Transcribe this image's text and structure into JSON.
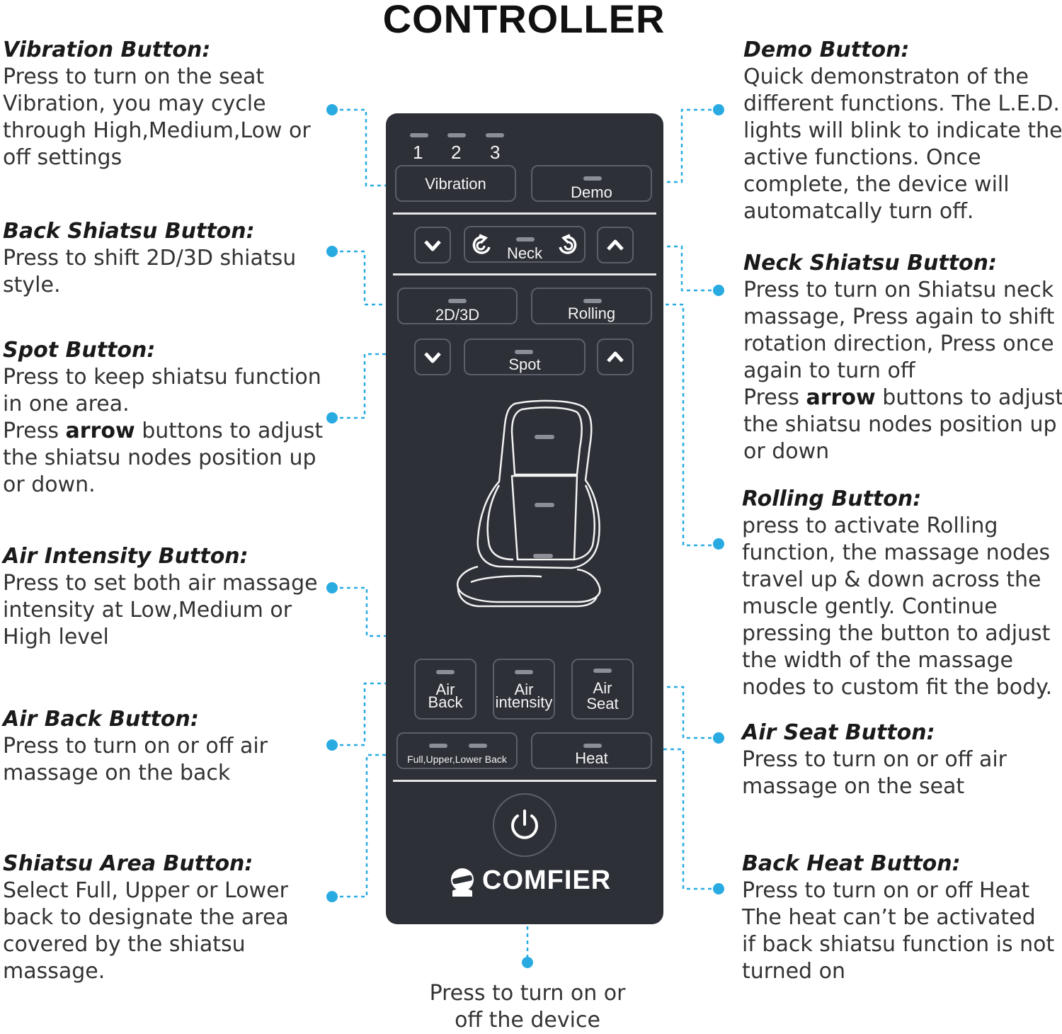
{
  "title": "CONTROLLER",
  "annotations": {
    "vibration": {
      "heading": "Vibration Button:",
      "lines": [
        "Press to turn on the seat",
        "Vibration, you may cycle",
        "through High,Medium,Low or",
        "off settings"
      ]
    },
    "back_shiatsu": {
      "heading": "Back Shiatsu Button:",
      "lines": [
        "Press to shift 2D/3D shiatsu",
        "style."
      ]
    },
    "spot": {
      "heading": "Spot Button:",
      "lines": [
        "Press to keep shiatsu function",
        "in one area."
      ],
      "press": "Press",
      "arrow": "arrow",
      "rest": "buttons to adjust",
      "lines2": [
        "the shiatsu nodes position up",
        "or down."
      ]
    },
    "air_intensity": {
      "heading": "Air Intensity Button:",
      "lines": [
        "Press to set both air massage",
        "intensity at Low,Medium or",
        "High level"
      ]
    },
    "air_back": {
      "heading": "Air Back Button:",
      "lines": [
        "Press to turn on or off air",
        "massage on the back"
      ]
    },
    "shiatsu_area": {
      "heading": "Shiatsu Area Button:",
      "lines": [
        "Select Full, Upper or Lower",
        "back to designate the area",
        "covered by the shiatsu",
        "massage."
      ]
    },
    "demo": {
      "heading": "Demo Button:",
      "lines": [
        "Quick demonstraton of the",
        "different functions. The L.E.D.",
        "lights will blink to indicate the",
        "active functions. Once",
        "complete, the device will",
        "automatcally turn off."
      ]
    },
    "neck": {
      "heading": "Neck Shiatsu Button:",
      "lines": [
        "Press to turn on Shiatsu neck",
        "massage, Press again to shift",
        "rotation direction, Press once",
        "again to turn off"
      ],
      "press": "Press",
      "arrow": "arrow",
      "rest": "buttons to adjust",
      "lines2": [
        "the shiatsu nodes position up",
        "or down"
      ]
    },
    "rolling": {
      "heading": "Rolling Button:",
      "lines": [
        "press to activate Rolling",
        "function, the massage nodes",
        "travel up & down across the",
        "muscle gently. Continue",
        "pressing the button to adjust",
        "the width of the massage",
        "nodes to custom fit the body."
      ]
    },
    "air_seat": {
      "heading": "Air Seat Button:",
      "lines": [
        "Press to turn on or off air",
        "massage on the seat"
      ]
    },
    "back_heat": {
      "heading": "Back Heat Button:",
      "lines": [
        "Press to turn on or off Heat",
        "The heat can’t be activated",
        "if back shiatsu function is not",
        "turned on"
      ]
    },
    "power": {
      "lines": [
        "Press to turn on or",
        "off the device"
      ]
    }
  },
  "remote": {
    "levels": [
      "1",
      "2",
      "3"
    ],
    "vibration": "Vibration",
    "demo": "Demo",
    "neck": "Neck",
    "mode_2d3d": "2D/3D",
    "rolling": "Rolling",
    "spot": "Spot",
    "air_back": [
      "Air",
      "Back"
    ],
    "air_intensity": [
      "Air",
      "intensity"
    ],
    "air_seat": [
      "Air",
      "Seat"
    ],
    "area": "Full,Upper,Lower Back",
    "heat": "Heat",
    "brand": "COMFIER"
  },
  "colors": {
    "remote_body": "#2e3038",
    "connector": "#29abe2",
    "label_text": "#333333"
  }
}
